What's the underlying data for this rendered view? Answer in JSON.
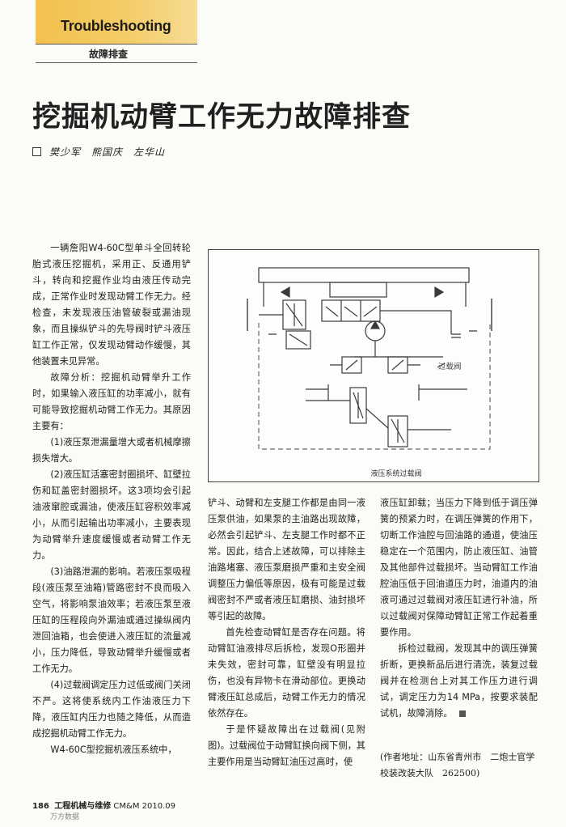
{
  "header": {
    "section_en": "Troubleshooting",
    "section_cn": "故障排查"
  },
  "article": {
    "title": "挖掘机动臂工作无力故障排查",
    "authors": "樊少军　熊国庆　左华山"
  },
  "figure": {
    "caption": "液压系统过载阀",
    "valve_label": "过载阀"
  },
  "body": {
    "col1": [
      "一辆詹阳W4-60C型单斗全回转轮胎式液压挖掘机，采用正、反通用铲斗，转向和挖掘作业均由液压传动完成，正常作业时发现动臂工作无力。经检查，未发现液压油管破裂或漏油现象，而且操纵铲斗的先导阀时铲斗液压缸工作正常，仅发现动臂动作缓慢，其他装置未见异常。",
      "故障分析：挖掘机动臂举升工作时，如果输入液压缸的功率减小，就有可能导致挖掘机动臂工作无力。其原因主要有：",
      "(1)液压泵泄漏量增大或者机械摩擦损失增大。",
      "(2)液压缸活塞密封圈损坏、缸壁拉伤和缸盖密封圈损坏。这3项均会引起油液窜腔或漏油，使液压缸容积效率减小，从而引起输出功率减小，主要表现为动臂举升速度缓慢或者动臂工作无力。",
      "(3)油路泄漏的影响。若液压泵吸程段(液压泵至油箱)管路密封不良而吸入空气，将影响泵油效率；若液压泵至液压缸的压程段向外漏油或通过操纵阀内泄回油箱，也会使进入液压缸的流量减小，压力降低，导致动臂举升缓慢或者工作无力。",
      "(4)过载阀调定压力过低或阀门关闭不严。这将使系统内工作油液压力下降，液压缸内压力也随之降低，从而造成挖掘机动臂工作无力。",
      "W4-60C型挖掘机液压系统中，"
    ],
    "col2": [
      "铲斗、动臂和左支腿工作都是由同一液压泵供油，如果泵的主油路出现故障，必然会引起铲斗、左支腿工作时都不正常。因此，结合上述故障，可以排除主油路堵塞、液压泵磨损严重和主安全阀调整压力偏低等原因，极有可能是过载阀密封不严或者液压缸磨损、油封损坏等引起的故障。",
      "首先检查动臂缸是否存在问题。将动臂缸油液排尽后拆检，发现O形圈并未失效，密封可靠，缸壁没有明显拉伤，也没有异物卡在滑动部位。更换动臂液压缸总成后，动臂工作无力的情况依然存在。",
      "于是怀疑故障出在过载阀(见附图)。过载阀位于动臂缸换向阀下侧，其主要作用是当动臂缸油压过高时，使"
    ],
    "col3": [
      "液压缸卸载；当压力下降到低于调压弹簧的预紧力时，在调压弹簧的作用下，切断工作油腔与回油路的通道，使油压稳定在一个范围内，防止液压缸、油管及其他部件过载损坏。当动臂缸工作油腔油压低于回油道压力时，油道内的油液可通过过载阀对液压缸进行补油，所以过载阀对保障动臂缸正常工作起着重要作用。",
      "拆检过载阀，发现其中的调压弹簧折断，更换新品后进行清洗，装复过载阀并在检测台上对其工作压力进行调试，调定压力为14 MPa，按要求装配试机，故障消除。"
    ],
    "address": "(作者地址：山东省青州市　二炮士官学校装改装大队　262500)"
  },
  "footer": {
    "page_number": "186",
    "journal": "工程机械与维修",
    "issue": "CM&M 2010.09",
    "watermark": "万方数据"
  }
}
